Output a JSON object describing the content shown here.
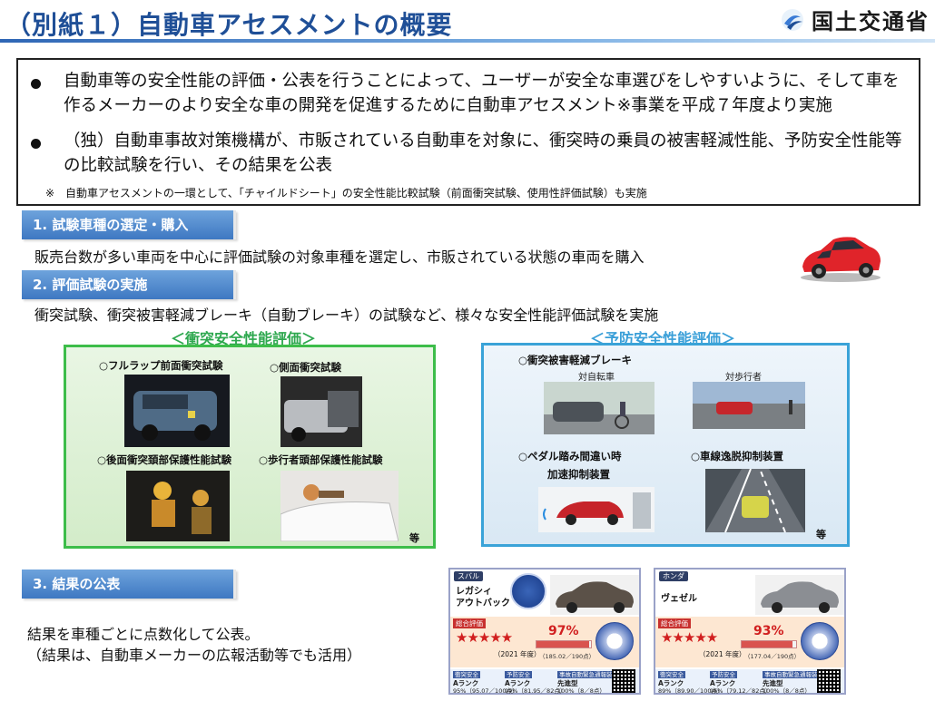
{
  "header": {
    "title": "（別紙１）自動車アセスメントの概要",
    "org": "国土交通省",
    "accent": "#1f4f97"
  },
  "summary": {
    "bullets": [
      "自動車等の安全性能の評価・公表を行うことによって、ユーザーが安全な車選びをしやすいように、そして車を作るメーカーのより安全な車の開発を促進するために自動車アセスメント※事業を平成７年度より実施",
      "（独）自動車事故対策機構が、市販されている自動車を対象に、衝突時の乗員の被害軽減性能、予防安全性能等の比較試験を行い、その結果を公表"
    ],
    "note": "※　自動車アセスメントの一環として、「チャイルドシート」の安全性能比較試験（前面衝突試験、使用性評価試験）も実施"
  },
  "sections": {
    "s1": {
      "heading": "1. 試験車種の選定・購入",
      "text": "販売台数が多い車両を中心に評価試験の対象車種を選定し、市販されている状態の車両を購入"
    },
    "s2": {
      "heading": "2. 評価試験の実施",
      "text": "衝突試験、衝突被害軽減ブレーキ（自動ブレーキ）の試験など、様々な安全性能評価試験を実施"
    },
    "s3": {
      "heading": "3. 結果の公表",
      "text_line1": "結果を車種ごとに点数化して公表。",
      "text_line2": "（結果は、自動車メーカーの広報活動等でも活用）"
    }
  },
  "crash_panel": {
    "label": "＜衝突安全性能評価＞",
    "tests": [
      "○フルラップ前面衝突試験",
      "○側面衝突試験",
      "○後面衝突頚部保護性能試験",
      "○歩行者頭部保護性能試験"
    ],
    "etc": "等"
  },
  "preventive_panel": {
    "label": "＜予防安全性能評価＞",
    "tests": [
      "○衝突被害軽減ブレーキ",
      "○ペダル踏み間違い時",
      "加速抑制装置",
      "○車線逸脱抑制装置"
    ],
    "sub_bicycle": "対自転車",
    "sub_pedestrian": "対歩行者",
    "etc": "等"
  },
  "results": [
    {
      "maker": "スバル",
      "model_line1": "レガシィ",
      "model_line2": "アウトバック",
      "overall_tag": "総合評価",
      "stars": "★★★★★",
      "year": "（2021 年度）",
      "percent": "97%",
      "percent_value": 97,
      "points": "（185.02／190点）",
      "foot": [
        {
          "label": "衝突安全",
          "rank": "Aランク",
          "score": "95%（95.07／100点）"
        },
        {
          "label": "予防安全",
          "rank": "Aランク",
          "score": "99%（81.95／82点）"
        },
        {
          "label": "事故自動緊急通報装置",
          "rank": "先進型",
          "score": "100%（8／8点）"
        }
      ],
      "car_color": "#5b5148"
    },
    {
      "maker": "ホンダ",
      "model_line1": "ヴェゼル",
      "model_line2": "",
      "overall_tag": "総合評価",
      "stars": "★★★★★",
      "year": "（2021 年度）",
      "percent": "93%",
      "percent_value": 93,
      "points": "（177.04／190点）",
      "foot": [
        {
          "label": "衝突安全",
          "rank": "Aランク",
          "score": "89%（89.90／100点）"
        },
        {
          "label": "予防安全",
          "rank": "Aランク",
          "score": "96%（79.12／82点）"
        },
        {
          "label": "事故自動緊急通報装置",
          "rank": "先進型",
          "score": "100%（8／8点）"
        }
      ],
      "car_color": "#8b8e93"
    }
  ]
}
